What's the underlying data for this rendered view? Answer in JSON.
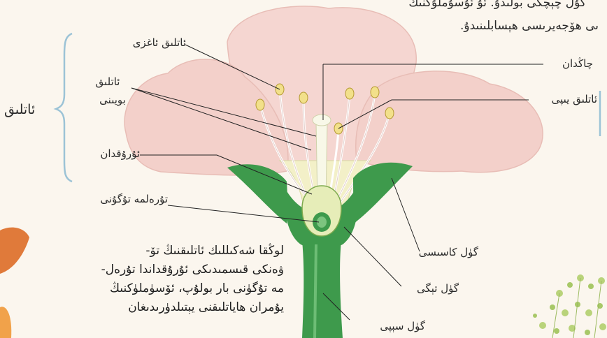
{
  "top_text": [
    "گۇل چېچكى بولىدۇ. ئۇ ئۇسۇملۇكنىڭ",
    "ىى ھۆجەيرىسى ھېسابلىنىدۇ."
  ],
  "labels": {
    "anther": "ئاتلىق ئاغزى",
    "filament_line1": "ئاتلىق",
    "filament_line2": "بويىنى",
    "stigma": "چاڭدان",
    "stalk": "ئاتلىق يىپى",
    "ovary": "ئۇرۇقدان",
    "ovule": "تۇرەلمە تۇگۇنى",
    "sepal": "گۈل كاسىسى",
    "receptacle": "گۈل تېگى",
    "pedicel": "گۈل سېپى"
  },
  "group_label": "ئاتلىق",
  "paragraph": [
    "لوڭقا شەكىللىك ئاتلىقنىڭ تۆ-",
    "ۋەنكى قىسمىدىكى ئۇرۇقداندا تۇرەل-",
    "مە تۇگۈنى بار بولۇپ، ئۆسۈملۈكنىڭ",
    "يۇمران ھاياتلىقنى يېتىلدۈرىدىغان"
  ],
  "colors": {
    "petal": "#f5d6d1",
    "petal_edge": "#e8bdb6",
    "green": "#3e9a4c",
    "anther": "#f2e08a",
    "bracket": "#9cc3d6"
  }
}
